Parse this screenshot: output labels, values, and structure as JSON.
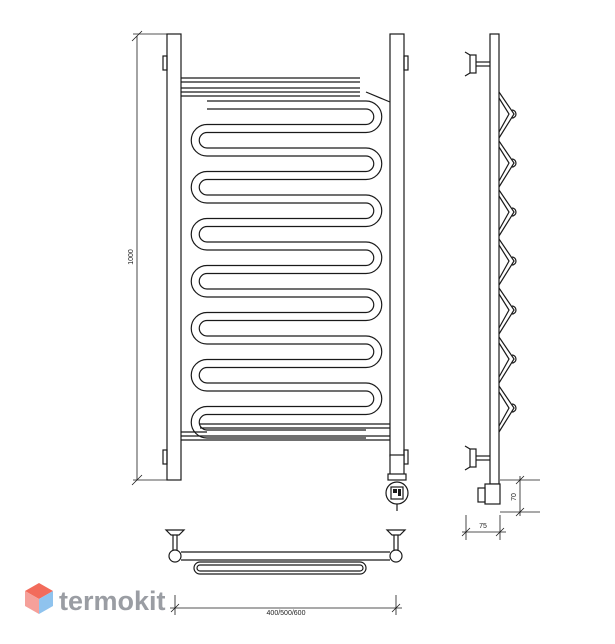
{
  "dimensions": {
    "height": "1000",
    "width": "400/500/600",
    "depth": "75",
    "connector_height": "70"
  },
  "brand": {
    "name": "termokit",
    "colors": {
      "cube_top": "#f26b5b",
      "cube_left": "#f5a09a",
      "cube_right": "#8fc3ee",
      "text": "#9a9da3"
    }
  },
  "line_color": "#1a1a1a"
}
